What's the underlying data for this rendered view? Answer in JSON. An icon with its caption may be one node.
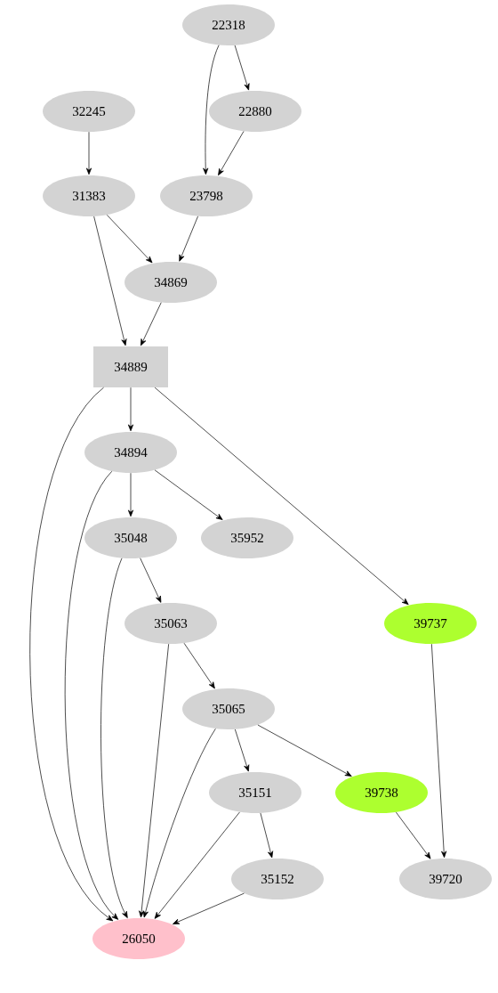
{
  "diagram": {
    "nodes": [
      {
        "text": [
          "22318"
        ]
      },
      {
        "text": [
          "32245"
        ]
      },
      {
        "text": [
          "22880"
        ]
      },
      {
        "text": [
          "31383"
        ]
      },
      {
        "text": [
          "23798"
        ]
      },
      {
        "text": [
          "34869"
        ]
      },
      {
        "text": [
          "34889"
        ]
      },
      {
        "text": [
          "34894"
        ]
      },
      {
        "text": [
          "35048"
        ]
      },
      {
        "text": [
          "35952"
        ]
      },
      {
        "text": [
          "35063"
        ]
      },
      {
        "text": [
          "39737"
        ]
      },
      {
        "text": [
          "35065"
        ]
      },
      {
        "text": [
          "35151"
        ]
      },
      {
        "text": [
          "39738"
        ]
      },
      {
        "text": [
          "35152"
        ]
      },
      {
        "text": [
          "39720"
        ]
      },
      {
        "text": [
          "26050"
        ]
      }
    ],
    "edges": [
      {
        "from": 0,
        "to": 2,
        "arrow": "to"
      },
      {
        "from": 0,
        "to": 4,
        "arrow": "to"
      },
      {
        "from": 1,
        "to": 3,
        "arrow": "to"
      },
      {
        "from": 2,
        "to": 4,
        "arrow": "to"
      },
      {
        "from": 3,
        "to": 5,
        "arrow": "to"
      },
      {
        "from": 3,
        "to": 6,
        "arrow": "to"
      },
      {
        "from": 4,
        "to": 5,
        "arrow": "to"
      },
      {
        "from": 5,
        "to": 6,
        "arrow": "to"
      },
      {
        "from": 6,
        "to": 17,
        "arrow": "to"
      },
      {
        "from": 6,
        "to": 7,
        "arrow": "to"
      },
      {
        "from": 6,
        "to": 11,
        "arrow": "to"
      },
      {
        "from": 7,
        "to": 17,
        "arrow": "to"
      },
      {
        "from": 7,
        "to": 8,
        "arrow": "to"
      },
      {
        "from": 7,
        "to": 9,
        "arrow": "to"
      },
      {
        "from": 8,
        "to": 17,
        "arrow": "to"
      },
      {
        "from": 8,
        "to": 10,
        "arrow": "to"
      },
      {
        "from": 10,
        "to": 17,
        "arrow": "to"
      },
      {
        "from": 10,
        "to": 12,
        "arrow": "to"
      },
      {
        "from": 11,
        "to": 16,
        "arrow": "to"
      },
      {
        "from": 12,
        "to": 17,
        "arrow": "to"
      },
      {
        "from": 12,
        "to": 13,
        "arrow": "to"
      },
      {
        "from": 12,
        "to": 14,
        "arrow": "to"
      },
      {
        "from": 13,
        "to": 17,
        "arrow": "to"
      },
      {
        "from": 13,
        "to": 15,
        "arrow": "to"
      },
      {
        "from": 14,
        "to": 16,
        "arrow": "to"
      },
      {
        "from": 15,
        "to": 17,
        "arrow": "to"
      }
    ]
  }
}
